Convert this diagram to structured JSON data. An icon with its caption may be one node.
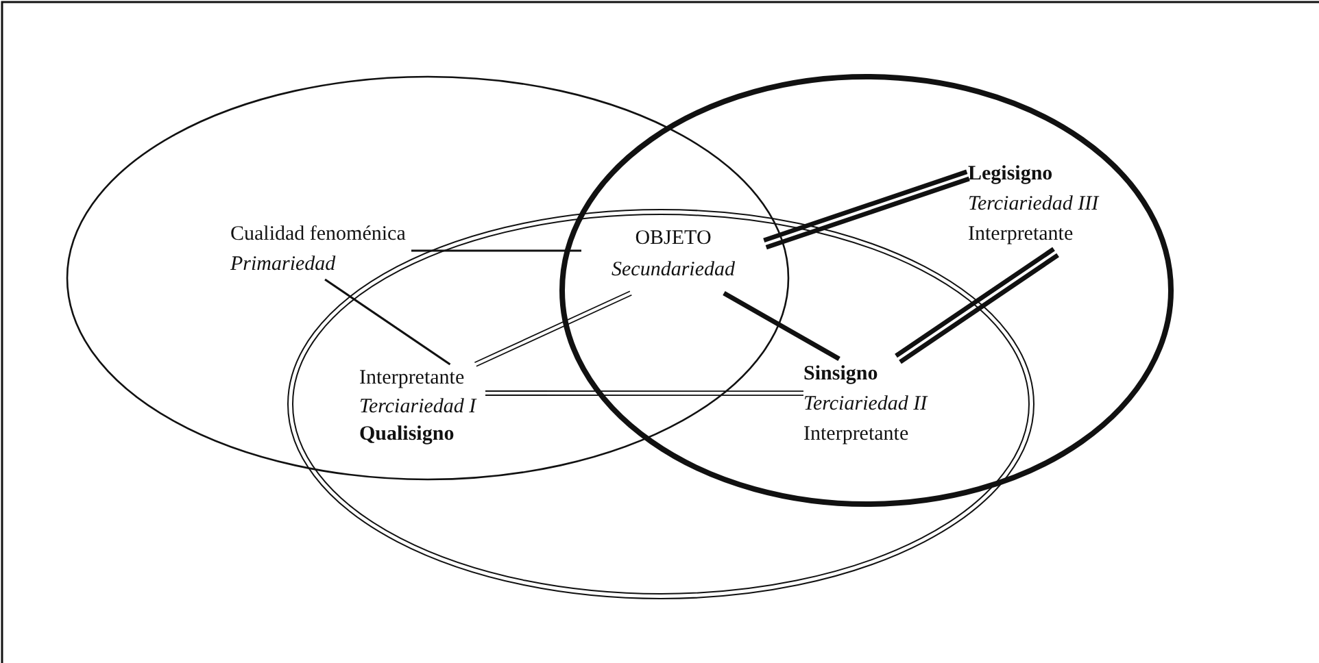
{
  "diagram": {
    "nodes": [
      {
        "text": [
          "Cualidad fenoménica",
          "Primariedad"
        ]
      },
      {
        "text": [
          "OBJETO",
          "Secundariedad"
        ]
      },
      {
        "text": [
          "Legisigno",
          "Terciariedad III",
          "Interpretante"
        ]
      },
      {
        "text": [
          "Interpretante",
          "Terciariedad I",
          "Qualisigno"
        ]
      },
      {
        "text": [
          "Sinsigno",
          "Terciariedad II",
          "Interpretante"
        ]
      }
    ],
    "edges": [
      {
        "from": 0,
        "to": 1,
        "arrow": "none"
      },
      {
        "from": 0,
        "to": 3,
        "arrow": "none"
      },
      {
        "from": 3,
        "to": 1,
        "arrow": "none"
      },
      {
        "from": 3,
        "to": 4,
        "arrow": "none"
      },
      {
        "from": 1,
        "to": 4,
        "arrow": "none",
        "style": "thick"
      },
      {
        "from": 1,
        "to": 2,
        "arrow": "none",
        "style": "thick"
      },
      {
        "from": 4,
        "to": 2,
        "arrow": "none",
        "style": "thick"
      }
    ]
  }
}
